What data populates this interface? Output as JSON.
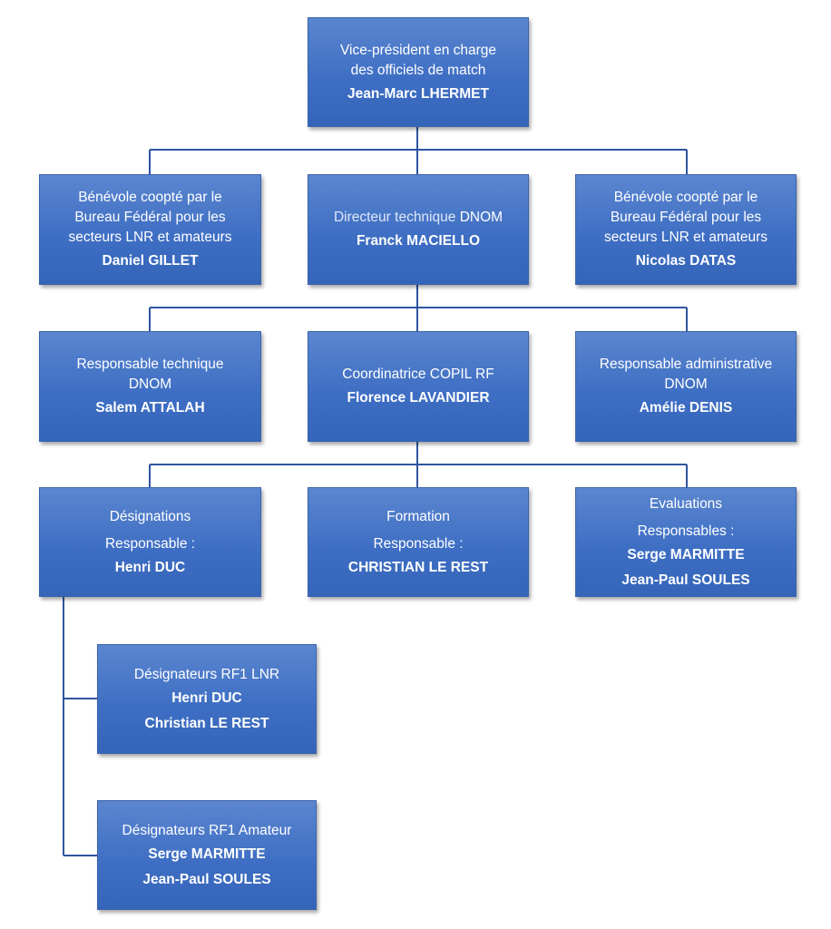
{
  "top": {
    "title_lines": [
      "Vice-président en charge",
      "des officiels de match"
    ],
    "name": "Jean-Marc LHERMET"
  },
  "level2": {
    "left": {
      "title_lines": [
        "Bénévole coopté par le",
        "Bureau Fédéral pour les",
        "secteurs LNR et amateurs"
      ],
      "name": "Daniel GILLET"
    },
    "center": {
      "title_part1": "Directeur technique",
      "title_part2": "DNOM",
      "name": "Franck MACIELLO"
    },
    "right": {
      "title_lines": [
        "Bénévole coopté par le",
        "Bureau Fédéral pour les",
        "secteurs LNR et amateurs"
      ],
      "name": "Nicolas DATAS"
    }
  },
  "level3": {
    "left": {
      "title_lines": [
        "Responsable technique",
        "DNOM"
      ],
      "name": "Salem ATTALAH"
    },
    "center": {
      "title_lines": [
        "Coordinatrice COPIL RF"
      ],
      "name": "Florence LAVANDIER"
    },
    "right": {
      "title_lines": [
        "Responsable administrative",
        "DNOM"
      ],
      "name": "Amélie DENIS"
    }
  },
  "level4": {
    "left": {
      "title": "Désignations",
      "subtitle": "Responsable :",
      "name": "Henri DUC"
    },
    "center": {
      "title": "Formation",
      "subtitle": "Responsable :",
      "name": "CHRISTIAN LE REST"
    },
    "right": {
      "title": "Evaluations",
      "subtitle": "Responsables :",
      "names": [
        "Serge MARMITTE",
        "Jean-Paul SOULES"
      ]
    }
  },
  "designateurs": {
    "lnr": {
      "title": "Désignateurs RF1 LNR",
      "names": [
        "Henri DUC",
        "Christian LE REST"
      ]
    },
    "amateur": {
      "title": "Désignateurs RF1 Amateur",
      "names": [
        "Serge MARMITTE",
        "Jean-Paul SOULES"
      ]
    }
  },
  "colors": {
    "box_fill": "#3f6fc4",
    "connector": "#2f55a0",
    "text": "#ffffff"
  }
}
